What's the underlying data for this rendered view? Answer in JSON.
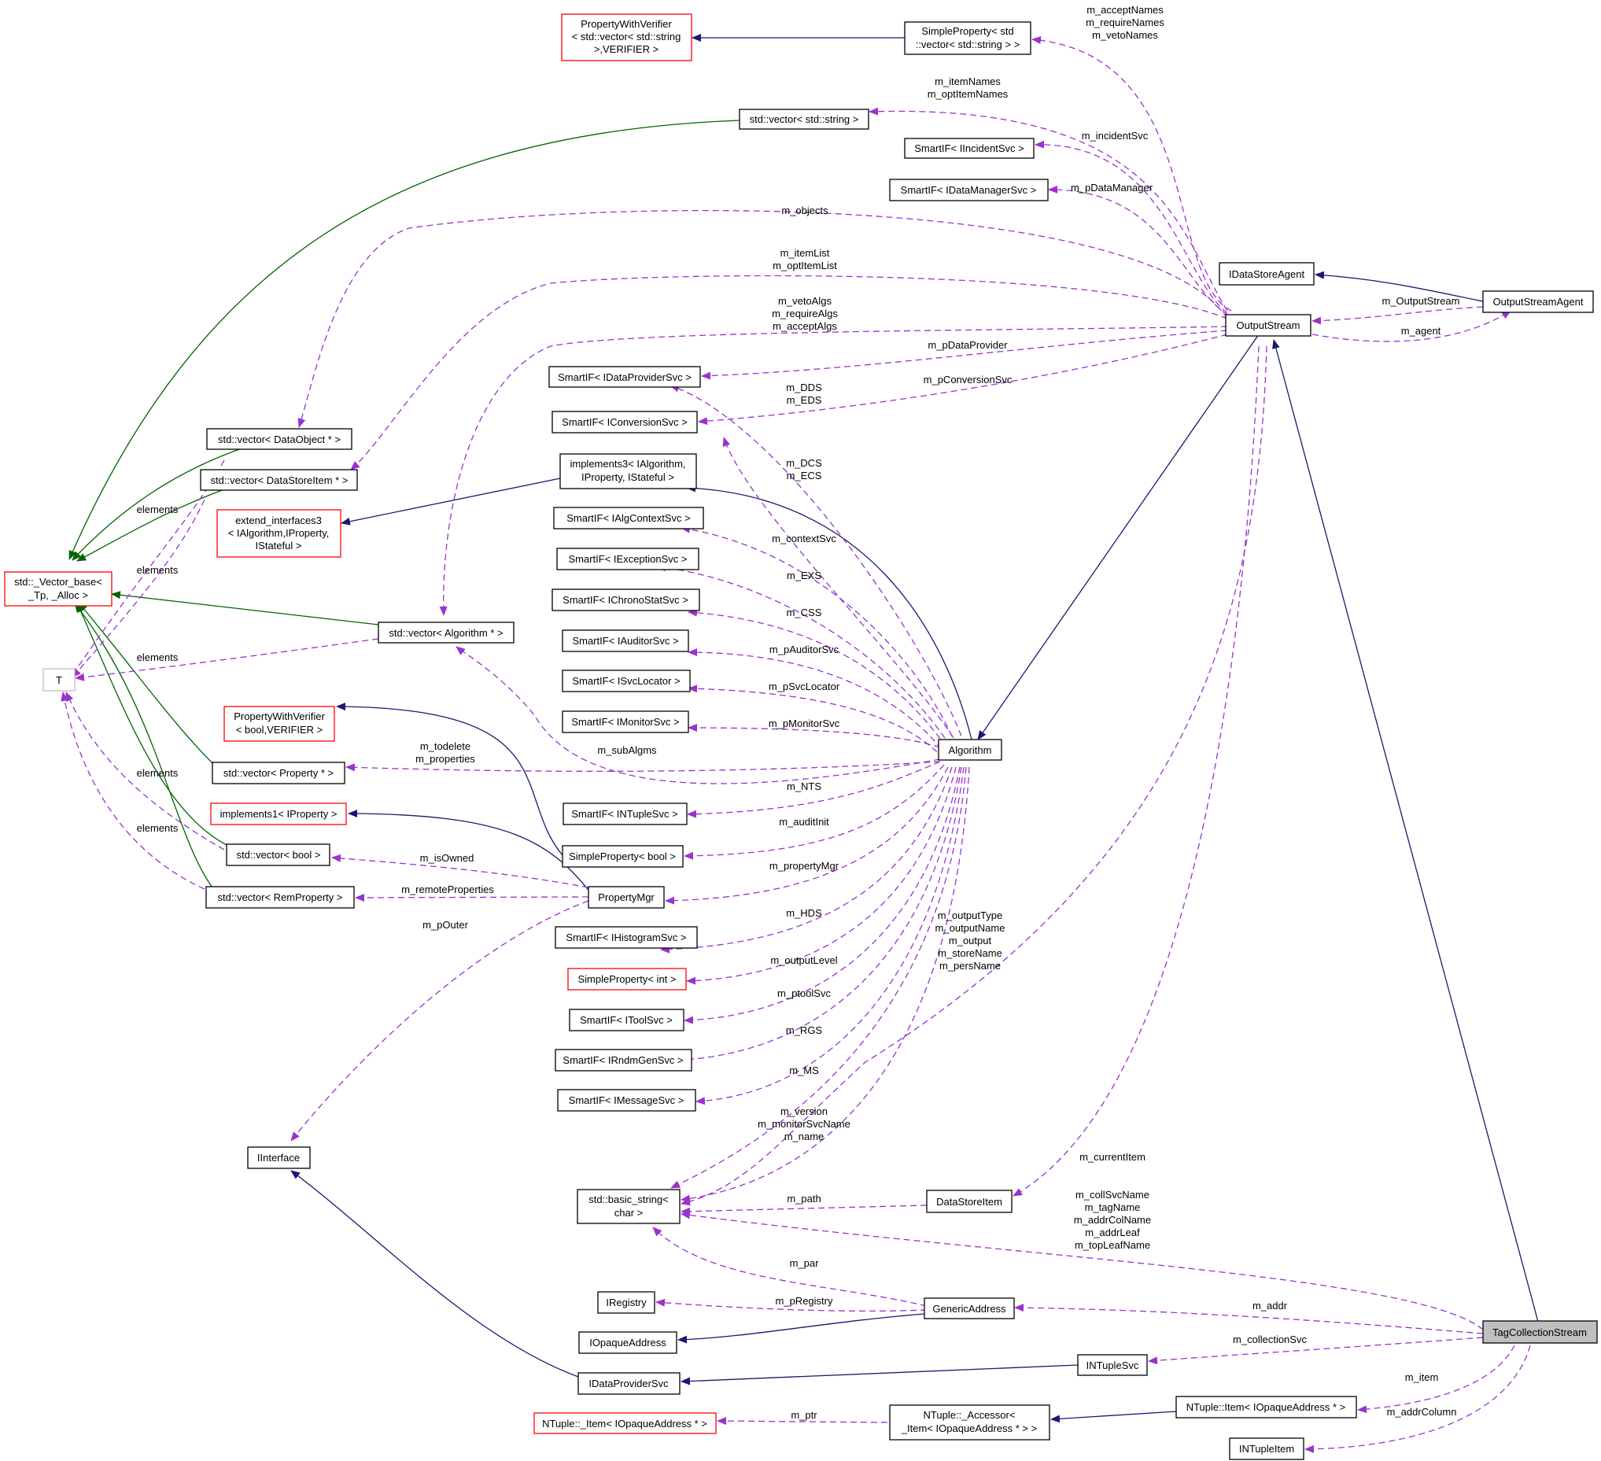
{
  "diagram": {
    "title": "",
    "nodes": {
      "tag_collection_stream": "TagCollectionStream",
      "output_stream": "OutputStream",
      "output_stream_agent": "OutputStreamAgent",
      "idatastore_agent": "IDataStoreAgent",
      "algorithm": "Algorithm",
      "property_with_verifier_vec": [
        "PropertyWithVerifier",
        "< std::vector< std::string",
        ">,VERIFIER >"
      ],
      "simple_property_vec": [
        "SimpleProperty< std",
        "::vector< std::string > >"
      ],
      "std_vector_string": "std::vector< std::string >",
      "smartif_incident": "SmartIF< IIncidentSvc >",
      "smartif_datamanager": "SmartIF< IDataManagerSvc >",
      "smartif_dataprovider": "SmartIF< IDataProviderSvc >",
      "smartif_conversion": "SmartIF< IConversionSvc >",
      "implements3": [
        "implements3< IAlgorithm,",
        "IProperty, IStateful >"
      ],
      "smartif_algcontext": "SmartIF< IAlgContextSvc >",
      "smartif_exception": "SmartIF< IExceptionSvc >",
      "smartif_chronostat": "SmartIF< IChronoStatSvc >",
      "smartif_auditor": "SmartIF< IAuditorSvc >",
      "smartif_svclocator": "SmartIF< ISvcLocator >",
      "smartif_monitor": "SmartIF< IMonitorSvc >",
      "smartif_ntuple": "SmartIF< INTupleSvc >",
      "simple_property_bool": "SimpleProperty< bool >",
      "property_mgr": "PropertyMgr",
      "smartif_histogram": "SmartIF< IHistogramSvc >",
      "simple_property_int": "SimpleProperty< int >",
      "smartif_tool": "SmartIF< IToolSvc >",
      "smartif_rndmgen": "SmartIF< IRndmGenSvc >",
      "smartif_message": "SmartIF< IMessageSvc >",
      "basic_string": [
        "std::basic_string<",
        "char >"
      ],
      "datastore_item": "DataStoreItem",
      "generic_address": "GenericAddress",
      "iregistry": "IRegistry",
      "iopaque_address": "IOpaqueAddress",
      "idataprovider_svc": "IDataProviderSvc",
      "intuple_svc": "INTupleSvc",
      "ntuple_item_ptr": "NTuple::_Item< IOpaqueAddress * >",
      "ntuple_accessor": [
        "NTuple::_Accessor<",
        "_Item< IOpaqueAddress * > >"
      ],
      "ntuple_item": "NTuple::Item< IOpaqueAddress * >",
      "intuple_item": "INTupleItem",
      "iinterface": "IInterface",
      "vector_base": [
        "std::_Vector_base<",
        "_Tp, _Alloc >"
      ],
      "t": "T",
      "vector_dataobject": "std::vector< DataObject * >",
      "vector_datastoreitem": "std::vector< DataStoreItem * >",
      "extend_interfaces3": [
        "extend_interfaces3",
        "< IAlgorithm,IProperty,",
        "IStateful >"
      ],
      "vector_algorithm": "std::vector< Algorithm * >",
      "property_with_verifier_bool": [
        "PropertyWithVerifier",
        "< bool,VERIFIER >"
      ],
      "vector_property": "std::vector< Property * >",
      "implements1": "implements1< IProperty >",
      "vector_bool": "std::vector< bool >",
      "vector_remproperty": "std::vector< RemProperty >"
    },
    "edge_labels": {
      "accept_names": [
        "m_acceptNames",
        "m_requireNames",
        "m_vetoNames"
      ],
      "item_names": [
        "m_itemNames",
        "m_optItemNames"
      ],
      "incident_svc": "m_incidentSvc",
      "p_data_manager": "m_pDataManager",
      "objects": "m_objects",
      "item_list": [
        "m_itemList",
        "m_optItemList"
      ],
      "veto_algs": [
        "m_vetoAlgs",
        "m_requireAlgs",
        "m_acceptAlgs"
      ],
      "p_data_provider": "m_pDataProvider",
      "p_conversion_svc": "m_pConversionSvc",
      "output_stream_ref": "m_OutputStream",
      "agent": "m_agent",
      "dds": [
        "m_DDS",
        "m_EDS"
      ],
      "dcs": [
        "m_DCS",
        "m_ECS"
      ],
      "context_svc": "m_contextSvc",
      "exs": "m_EXS",
      "css": "m_CSS",
      "p_auditor_svc": "m_pAuditorSvc",
      "p_svc_locator": "m_pSvcLocator",
      "p_monitor_svc": "m_pMonitorSvc",
      "sub_algms": "m_subAlgms",
      "nts": "m_NTS",
      "audit_init": "m_auditInit",
      "property_mgr": "m_propertyMgr",
      "hds": "m_HDS",
      "output_level": "m_outputLevel",
      "ptool_svc": "m_ptoolSvc",
      "rgs": "m_RGS",
      "ms": "m_MS",
      "version": [
        "m_version",
        "m_monitorSvcName",
        "m_name"
      ],
      "output_type": [
        "m_outputType",
        "m_outputName",
        "m_output",
        "m_storeName",
        "m_persName"
      ],
      "current_item": "m_currentItem",
      "path": "m_path",
      "coll_svc_name": [
        "m_collSvcName",
        "m_tagName",
        "m_addrColName",
        "m_addrLeaf",
        "m_topLeafName"
      ],
      "par": "m_par",
      "p_registry": "m_pRegistry",
      "addr": "m_addr",
      "collection_svc": "m_collectionSvc",
      "ptr": "m_ptr",
      "item": "m_item",
      "addr_column": "m_addrColumn",
      "todelete": [
        "m_todelete",
        "m_properties"
      ],
      "is_owned": "m_isOwned",
      "remote_properties": "m_remoteProperties",
      "p_outer": "m_pOuter",
      "elements": "elements"
    }
  }
}
